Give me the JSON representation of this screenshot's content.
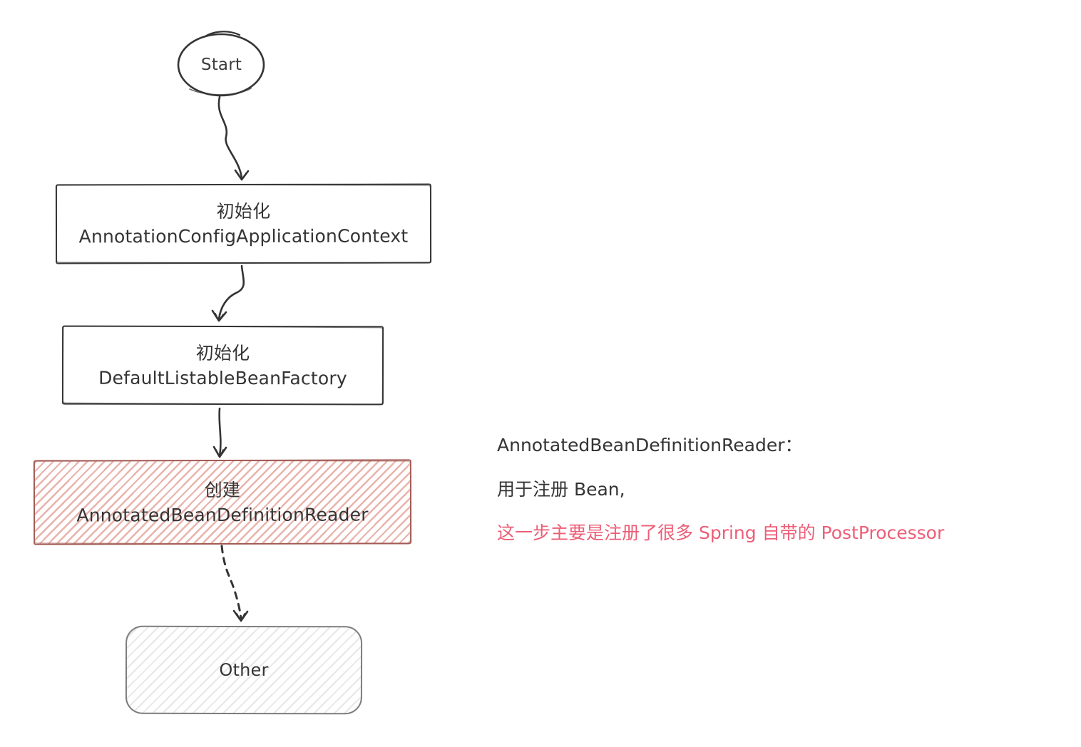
{
  "flowchart": {
    "start": {
      "label": "Start"
    },
    "init_context": {
      "line1": "初始化",
      "line2": "AnnotationConfigApplicationContext"
    },
    "init_factory": {
      "line1": "初始化",
      "line2": "DefaultListableBeanFactory"
    },
    "create_reader": {
      "line1": "创建",
      "line2": "AnnotatedBeanDefinitionReader"
    },
    "other": {
      "label": "Other"
    }
  },
  "annotation": {
    "title": "AnnotatedBeanDefinitionReader：",
    "desc": "用于注册 Bean,",
    "highlight": "这一步主要是注册了很多 Spring 自带的 PostProcessor"
  },
  "colors": {
    "ink": "#343434",
    "accent_border": "#a25b54",
    "accent_hatch": "#e9b3ac",
    "accent_text": "#ec5e77",
    "muted_border": "#7d7d7d",
    "muted_hatch": "#e7e7e7"
  }
}
